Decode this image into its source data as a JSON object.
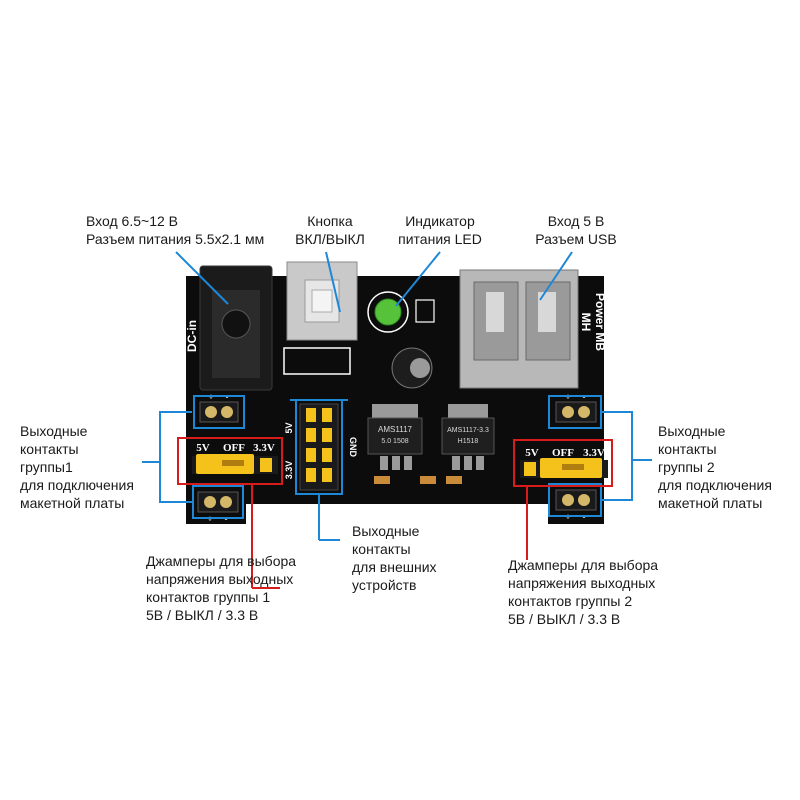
{
  "labels": {
    "dc_input": [
      "Вход 6.5~12 В",
      "Разъем питания 5.5x2.1 мм"
    ],
    "switch": [
      "Кнопка",
      "ВКЛ/ВЫКЛ"
    ],
    "led": [
      "Индикатор",
      "питания LED"
    ],
    "usb_input": [
      "Вход 5 В",
      "Разъем USB"
    ],
    "group1_outputs": [
      "Выходные",
      "контакты",
      "группы1",
      "для подключения",
      "макетной платы"
    ],
    "group2_outputs": [
      "Выходные",
      "контакты",
      "группы 2",
      "для подключения",
      "макетной платы"
    ],
    "external_outputs": [
      "Выходные",
      "контакты",
      "для внешних",
      "устройств"
    ],
    "jumpers_group1": [
      "Джамперы для выбора",
      "напряжения выходных",
      "контактов группы 1",
      "5В / ВЫКЛ / 3.3 В"
    ],
    "jumpers_group2": [
      "Джамперы для выбора",
      "напряжения выходных",
      "контактов группы 2",
      "5В / ВЫКЛ / 3.3 В"
    ]
  },
  "board": {
    "dc_in": "DC-in",
    "model_line1": "MH",
    "model_line2": "Power MB",
    "jumper_5v": "5V",
    "jumper_off": "OFF",
    "jumper_33": "3.3V",
    "header_5v": "5V",
    "header_33": "3.3V",
    "header_gnd": "GND",
    "plus": "+",
    "minus": "-",
    "reg1_line1": "AMS1117",
    "reg1_line2": "5.0 1508",
    "reg2_line1": "AMS1117-3.3",
    "reg2_line2": "H1518"
  },
  "colors": {
    "callout_blue": "#1e88d6",
    "callout_red": "#d81b1b",
    "pcb": "#0c0c0c",
    "jumper": "#f4c21a"
  }
}
